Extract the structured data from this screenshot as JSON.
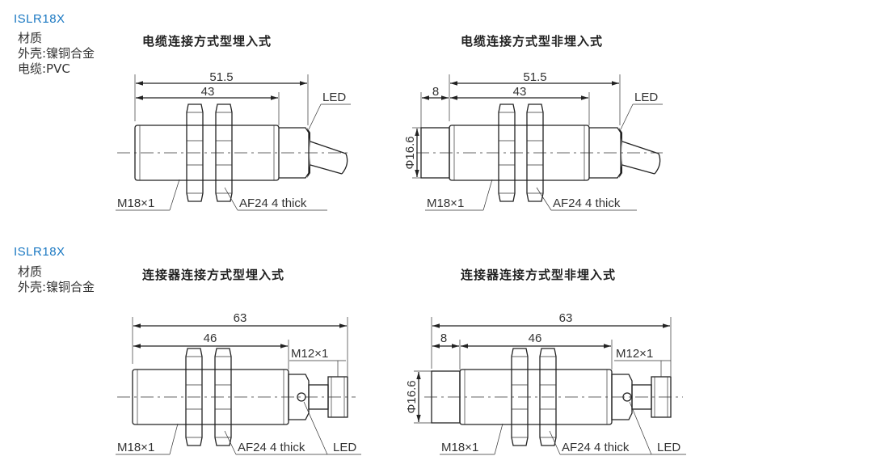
{
  "sections": [
    {
      "model": "ISLR18X",
      "material_lines": [
        "材质",
        "外壳:镍铜合金",
        "电缆:PVC"
      ],
      "diagrams": [
        {
          "title": "电缆连接方式型埋入式",
          "dim_total": "51.5",
          "dim_body": "43",
          "led": "LED",
          "thread": "M18×1",
          "nut": "AF24 4 thick"
        },
        {
          "title": "电缆连接方式型非埋入式",
          "dim_total": "51.5",
          "dim_body": "43",
          "dim_face": "8",
          "diameter": "Φ16.6",
          "led": "LED",
          "thread": "M18×1",
          "nut": "AF24 4 thick"
        }
      ]
    },
    {
      "model": "ISLR18X",
      "material_lines": [
        "材质",
        "外壳:镍铜合金"
      ],
      "diagrams": [
        {
          "title": "连接器连接方式型埋入式",
          "dim_total": "63",
          "dim_body": "46",
          "connector": "M12×1",
          "led": "LED",
          "thread": "M18×1",
          "nut": "AF24 4 thick"
        },
        {
          "title": "连接器连接方式型非埋入式",
          "dim_total": "63",
          "dim_body": "46",
          "dim_face": "8",
          "diameter": "Φ16.6",
          "connector": "M12×1",
          "led": "LED",
          "thread": "M18×1",
          "nut": "AF24 4 thick"
        }
      ]
    }
  ],
  "colors": {
    "model": "#1a78c2",
    "line": "#222222",
    "text": "#333333"
  }
}
